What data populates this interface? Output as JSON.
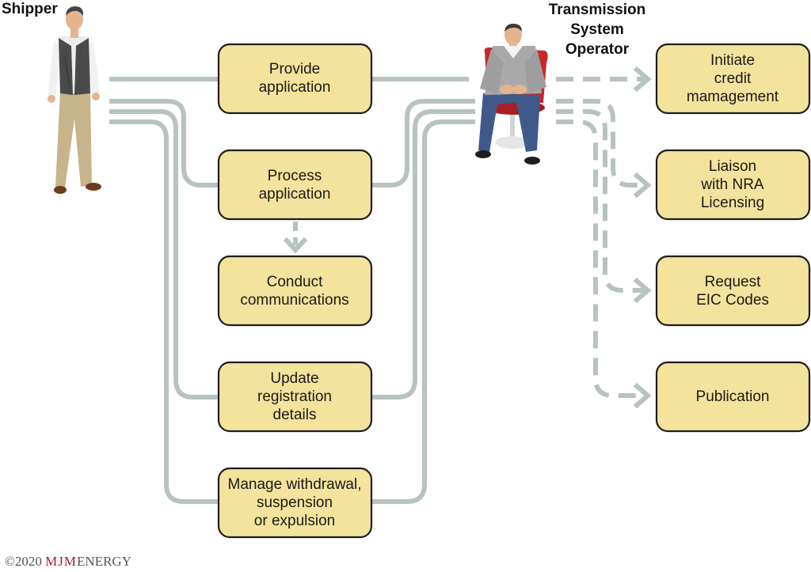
{
  "actors": {
    "shipper": "Shipper",
    "tso": [
      "Transmission",
      "System",
      "Operator"
    ]
  },
  "boxes": {
    "provide_application": [
      "Provide",
      "application"
    ],
    "process_application": [
      "Process",
      "application"
    ],
    "conduct_communications": [
      "Conduct",
      "communications"
    ],
    "update_registration": [
      "Update",
      "registration",
      "details"
    ],
    "manage_withdrawal": [
      "Manage withdrawal,",
      "suspension",
      "or expulsion"
    ],
    "initiate_credit": [
      "Initiate",
      "credit",
      "mamagement"
    ],
    "liaison_nra": [
      "Liaison",
      "with NRA",
      "Licensing"
    ],
    "request_eic": [
      "Request",
      "EIC Codes"
    ],
    "publication": [
      "Publication"
    ]
  },
  "copyright": {
    "prefix": "©2020",
    "brand": "MJM",
    "suffix": "ENERGY"
  },
  "colors": {
    "box_fill": "#f3e39c",
    "connector": "#b7c3c0",
    "brand": "#a51f2a"
  }
}
